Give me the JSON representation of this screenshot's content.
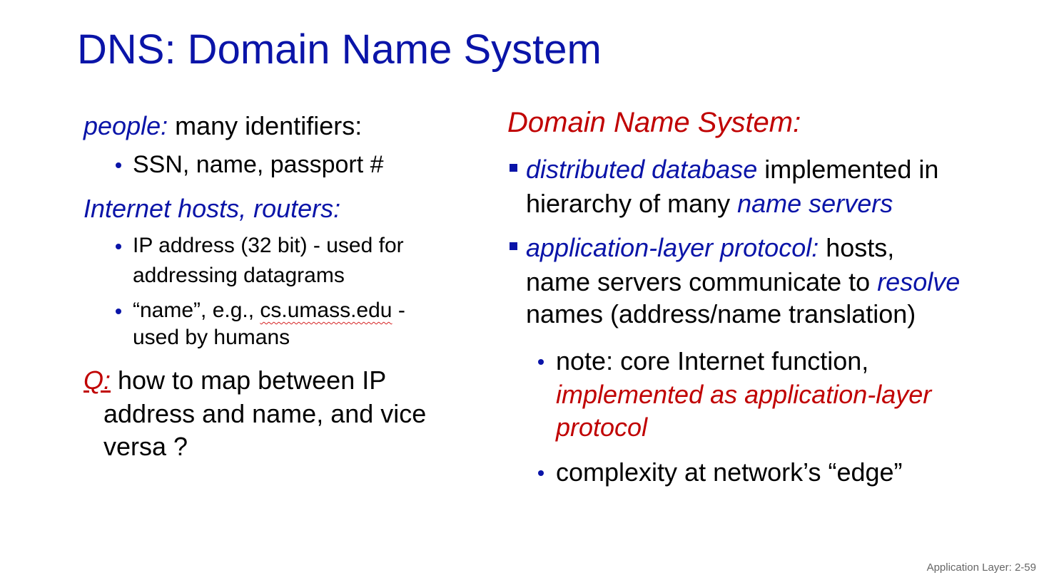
{
  "title": "DNS: Domain Name System",
  "left": {
    "people_label": "people:",
    "people_text": " many identifiers:",
    "people_items": [
      "SSN, name, passport #"
    ],
    "hosts_label": "Internet hosts, routers:",
    "hosts_item1_line1": "IP address (32 bit) - used for",
    "hosts_item1_line2": "addressing datagrams",
    "hosts_item2_pre": "“name”, e.g., ",
    "hosts_item2_domain": "cs.umass.edu",
    "hosts_item2_post": " -",
    "hosts_item2_line2": "used by humans",
    "q_label": "Q:",
    "q_line1": " how to map between IP",
    "q_line2": "address and name, and vice",
    "q_line3": "versa ?"
  },
  "right": {
    "heading": "Domain Name System:",
    "b1_em": "distributed database",
    "b1_rest": " implemented in",
    "b1_line2_pre": "hierarchy of many ",
    "b1_line2_em": "name servers",
    "b2_em": "application-layer protocol:",
    "b2_rest": " hosts,",
    "b2_line2_pre": "name servers communicate to ",
    "b2_line2_em": "resolve",
    "b2_line3": "names (address/name translation)",
    "s1_line1": "note: core Internet function,",
    "s1_line2": "implemented as application-layer",
    "s1_line3": "protocol",
    "s2_line1": "complexity at network’s “edge”"
  },
  "footer": "Application Layer: 2-59",
  "colors": {
    "title": "#0a14a8",
    "emphasis_blue": "#0a14a8",
    "emphasis_red": "#c00000"
  }
}
